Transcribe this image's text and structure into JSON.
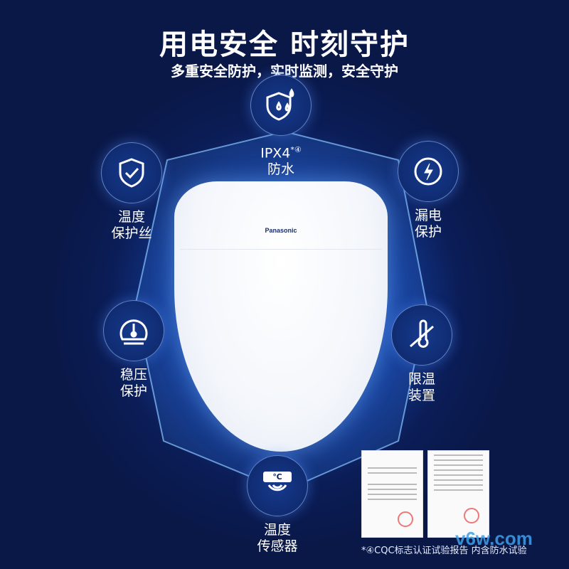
{
  "header": {
    "title": "用电安全 时刻守护",
    "subtitle": "多重安全防护，实时监测，安全守护"
  },
  "product": {
    "brand": "Panasonic"
  },
  "features": [
    {
      "icon": "shield-water-drop-icon",
      "line1": "IPX4",
      "sup": "*④",
      "line2": "防水"
    },
    {
      "icon": "shield-check-icon",
      "line1": "温度",
      "line2": "保护丝"
    },
    {
      "icon": "lightning-icon",
      "line1": "漏电",
      "line2": "保护"
    },
    {
      "icon": "pressure-gauge-icon",
      "line1": "稳压",
      "line2": "保护"
    },
    {
      "icon": "thermometer-icon",
      "line1": "限温",
      "line2": "装置"
    },
    {
      "icon": "temperature-sensor-icon",
      "badge": "℃",
      "line1": "温度",
      "line2": "传感器"
    }
  ],
  "certificates": {
    "note": "*④CQC标志认证试验报告 内含防水试验"
  },
  "watermark": "v6w.com",
  "colors": {
    "background": "#0a1848",
    "glow": "#1f5fc8",
    "text": "#ffffff"
  }
}
